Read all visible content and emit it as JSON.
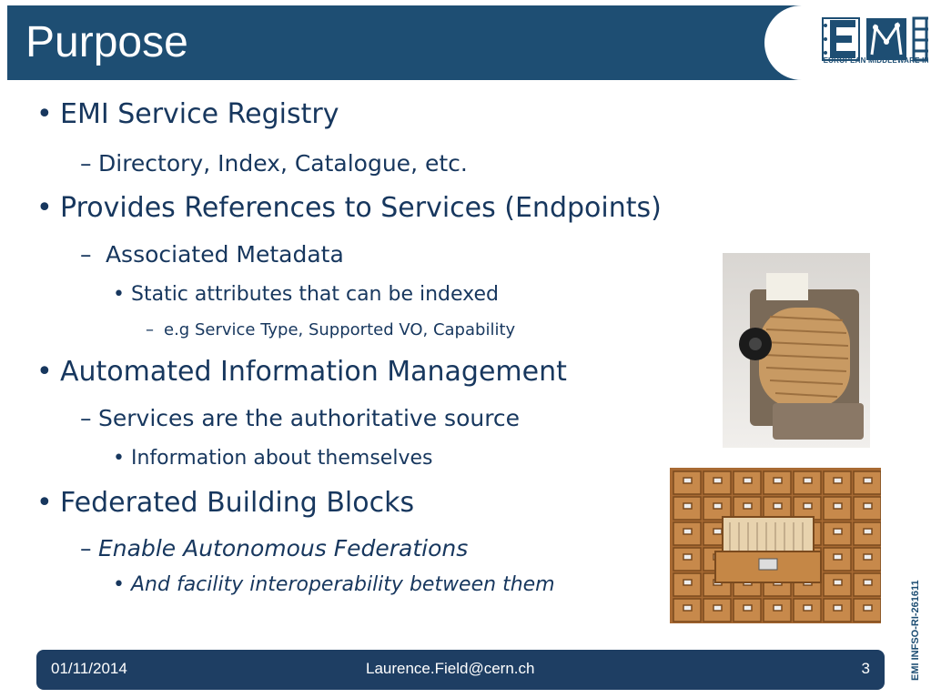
{
  "slide": {
    "title": "Purpose",
    "logo_text": "EUROPEAN MIDDLEWARE INITIATIVE",
    "items": [
      {
        "level": 1,
        "text": "EMI Service Registry"
      },
      {
        "level": 2,
        "text": "Directory, Index, Catalogue, etc."
      },
      {
        "level": 1,
        "text": "Provides References to Services (Endpoints)"
      },
      {
        "level": 2,
        "text": "Associated Metadata"
      },
      {
        "level": 3,
        "text": "Static attributes that can be indexed"
      },
      {
        "level": 4,
        "text": "e.g  Service Type, Supported VO, Capability"
      },
      {
        "level": 1,
        "text": "Automated Information Management"
      },
      {
        "level": 2,
        "text": "Services are the authoritative source"
      },
      {
        "level": 3,
        "text": "Information about themselves"
      },
      {
        "level": 1,
        "text": "Federated Building Blocks"
      },
      {
        "level": 2,
        "text": "Enable Autonomous Federations"
      },
      {
        "level": 3,
        "text": "And facility interoperability between them"
      }
    ]
  },
  "footer": {
    "date": "01/11/2014",
    "email": "Laurence.Field@cern.ch",
    "page": "3"
  },
  "side_code": "EMI INFSO-RI-261611",
  "colors": {
    "header": "#1e4e73",
    "text": "#17375e",
    "footer": "#1e3e63"
  }
}
